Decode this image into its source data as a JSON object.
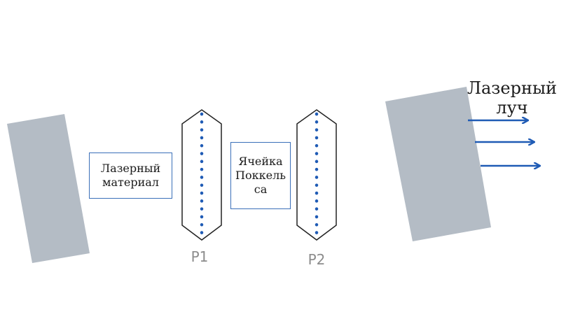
{
  "laser_material": {
    "line1": "Лазерный",
    "line2": "материал"
  },
  "pockels_cell": {
    "line1": "Ячейка",
    "line2": "Поккель",
    "line3": "са"
  },
  "polarizers": {
    "p1": "P1",
    "p2": "P2"
  },
  "laser_beam": {
    "line1": "Лазерный",
    "line2": "луч"
  },
  "colors": {
    "mirror": "#b4bcc5",
    "frame": "#3a6fb8",
    "dots": "#1f5bb5",
    "arrows": "#1f5bb5"
  }
}
